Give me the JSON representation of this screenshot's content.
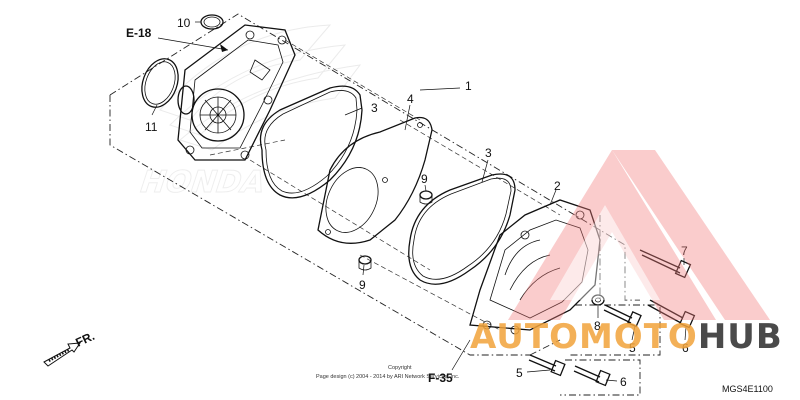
{
  "diagram": {
    "refs": {
      "e18": "E-18",
      "f35": "F-35",
      "fr": "FR."
    },
    "callouts": {
      "c1": "1",
      "c2": "2",
      "c3a": "3",
      "c3b": "3",
      "c4": "4",
      "c5a": "5",
      "c5b": "5",
      "c6a": "6",
      "c6b": "6",
      "c7": "7",
      "c8": "8",
      "c9a": "9",
      "c9b": "9",
      "c10": "10",
      "c11": "11"
    },
    "copyright": {
      "line1": "Copyright",
      "line2": "Page design (c) 2004 - 2014 by ARI Network Services, Inc."
    },
    "diagram_code": "MGS4E1100",
    "watermark": {
      "brand_orange": "AUTOMOTO",
      "brand_dark": "HUB",
      "color_orange": "#f2a33a",
      "color_dark": "#2b2b2b",
      "color_triangle": "#f07a7a"
    },
    "background_logo": "HONDA"
  }
}
